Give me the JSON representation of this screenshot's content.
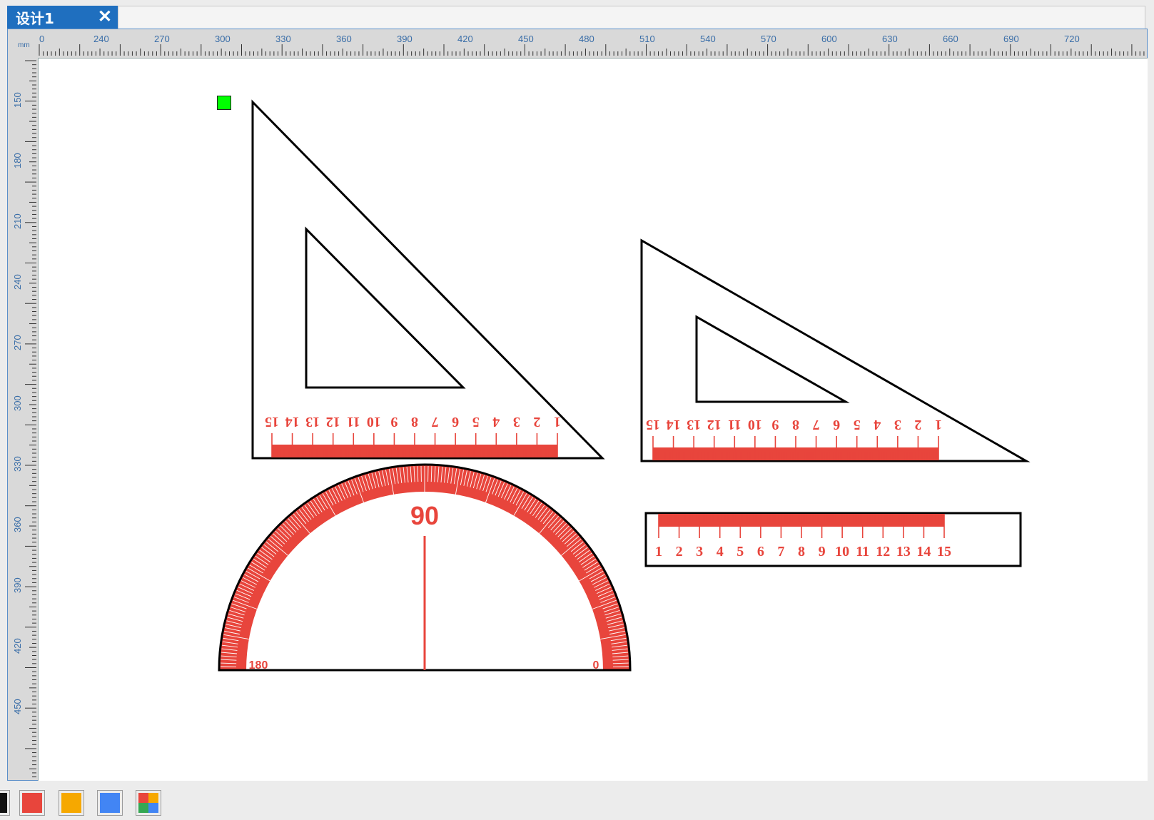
{
  "tab": {
    "label": "设计1",
    "close_glyph": "✕"
  },
  "ruler": {
    "unit": "mm",
    "h_labels": [
      "0",
      "240",
      "270",
      "300",
      "330",
      "360",
      "390",
      "420",
      "450",
      "480",
      "510",
      "540",
      "570",
      "600",
      "630",
      "660",
      "690",
      "720"
    ],
    "v_labels": [
      "150",
      "180",
      "210",
      "240",
      "270",
      "300",
      "330",
      "360",
      "390",
      "420",
      "450"
    ]
  },
  "shapes": {
    "protractor": {
      "center_label": "90",
      "left_label": "180",
      "right_label": "0"
    },
    "triangle_45_labels": [
      "1",
      "2",
      "3",
      "4",
      "5",
      "6",
      "7",
      "8",
      "9",
      "10",
      "11",
      "12",
      "13",
      "14",
      "15"
    ],
    "triangle_30_labels": [
      "1",
      "2",
      "3",
      "4",
      "5",
      "6",
      "7",
      "8",
      "9",
      "10",
      "11",
      "12",
      "13",
      "14",
      "15"
    ],
    "ruler_labels": [
      "1",
      "2",
      "3",
      "4",
      "5",
      "6",
      "7",
      "8",
      "9",
      "10",
      "11",
      "12",
      "13",
      "14",
      "15"
    ]
  },
  "colors": {
    "accent": "#e8453c",
    "tab_blue": "#1f6fbf",
    "ruler_text": "#3a6ea8",
    "handle": "#00ff00"
  },
  "palette": [
    {
      "name": "black",
      "color": "#111111"
    },
    {
      "name": "red",
      "color": "#e8453c"
    },
    {
      "name": "orange",
      "color": "#f6a800"
    },
    {
      "name": "blue",
      "color": "#4285f4"
    },
    {
      "name": "multicolor",
      "color": "multi"
    }
  ]
}
